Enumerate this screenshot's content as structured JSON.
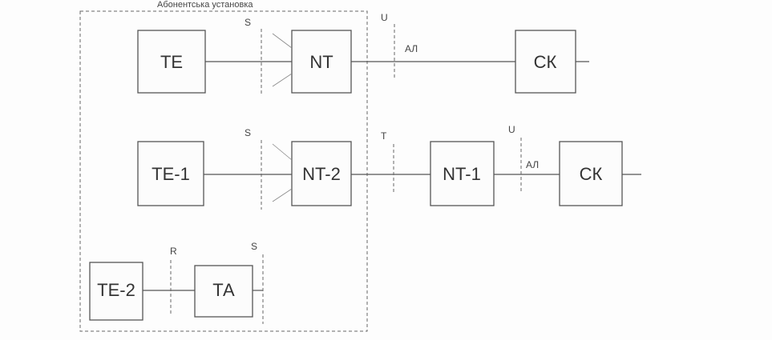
{
  "diagram": {
    "region_title": "Абонентська установка",
    "row1": {
      "te": "ТЕ",
      "nt": "NT",
      "sk": "СК",
      "ref_s": "S",
      "ref_u": "U",
      "line_label": "АЛ"
    },
    "row2": {
      "te": "ТЕ-1",
      "nt2": "NT-2",
      "nt1": "NT-1",
      "sk": "СК",
      "ref_s": "S",
      "ref_t": "T",
      "ref_u": "U",
      "line_label": "АЛ"
    },
    "row3": {
      "te": "ТЕ-2",
      "ta": "ТА",
      "ref_r": "R",
      "ref_s": "S"
    }
  }
}
